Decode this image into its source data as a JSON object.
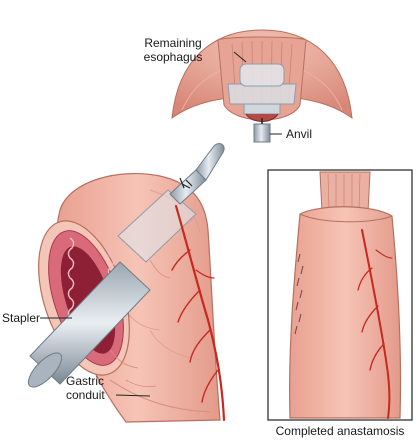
{
  "labels": {
    "remaining_esophagus_line1": "Remaining",
    "remaining_esophagus_line2": "esophagus",
    "anvil": "Anvil",
    "stapler": "Stapler",
    "gastric_conduit_line1": "Gastric",
    "gastric_conduit_line2": "conduit",
    "completed_anastamosis": "Completed anastamosis"
  },
  "colors": {
    "tissue": "#f0b3a3",
    "tissue_dark": "#d88c7c",
    "tissue_light": "#f7cfc4",
    "vessel": "#c8281e",
    "metal": "#b9c3cc",
    "metal_dark": "#7d8a96",
    "mucosa": "#b5344a",
    "inset_border": "#222222"
  }
}
